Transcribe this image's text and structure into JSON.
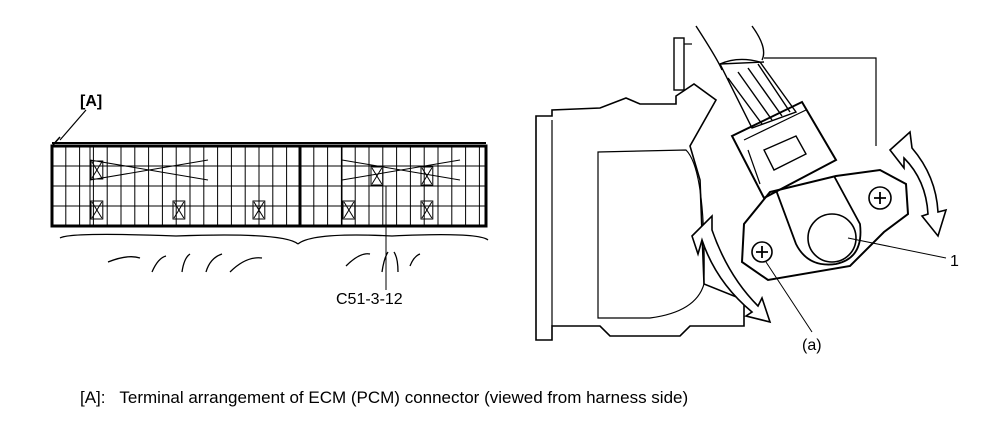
{
  "left_figure": {
    "marker": "[A]",
    "connector_code": "C51-3-12"
  },
  "right_figure": {
    "callout_1": "1",
    "callout_a": "(a)"
  },
  "caption": {
    "prefix": "[A]:",
    "text": "Terminal arrangement of ECM (PCM) connector (viewed from harness side)"
  }
}
